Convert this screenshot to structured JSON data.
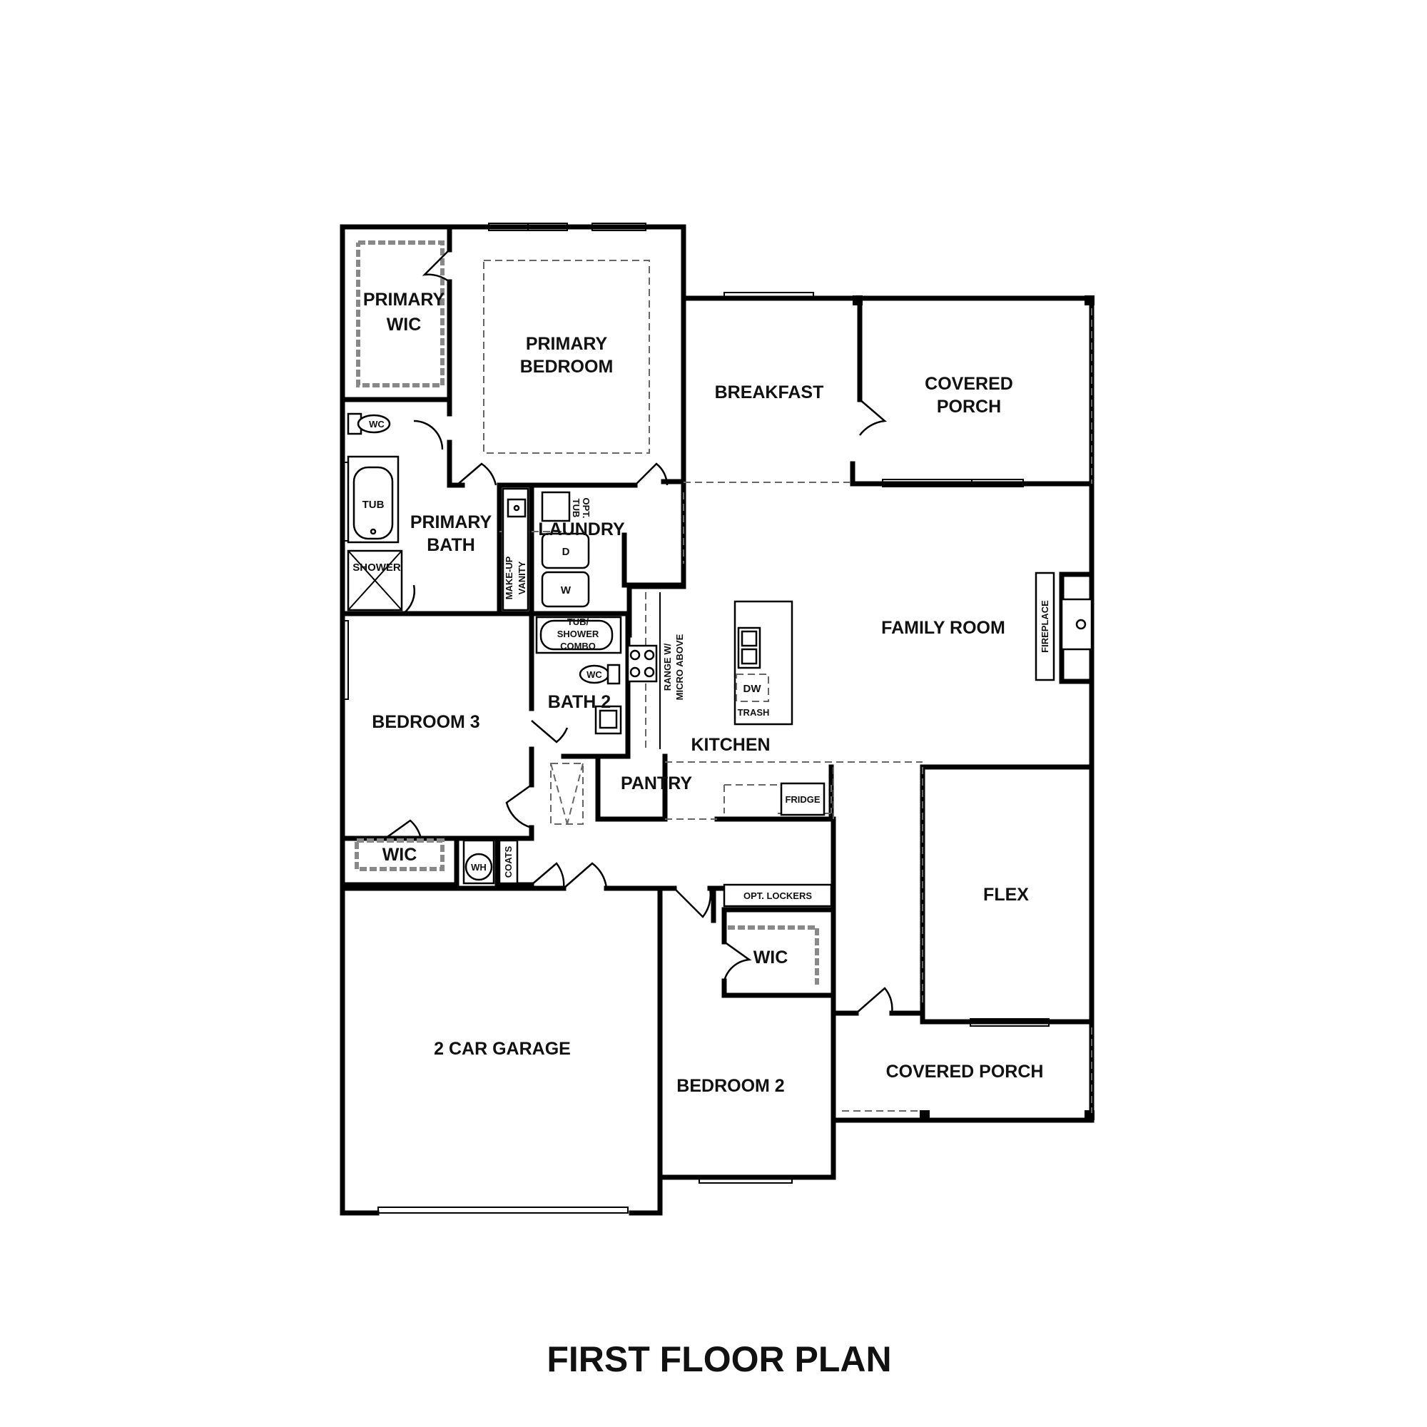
{
  "title": "FIRST FLOOR PLAN",
  "rooms": {
    "primary_wic": [
      "PRIMARY",
      "WIC"
    ],
    "primary_bedroom": [
      "PRIMARY",
      "BEDROOM"
    ],
    "breakfast": "BREAKFAST",
    "covered_porch_rear": [
      "COVERED",
      "PORCH"
    ],
    "primary_bath": [
      "PRIMARY",
      "BATH"
    ],
    "laundry": "LAUNDRY",
    "family_room": "FAMILY ROOM",
    "bedroom_3": "BEDROOM 3",
    "bath_2": "BATH 2",
    "kitchen": "KITCHEN",
    "pantry": "PANTRY",
    "wic_bed3": "WIC",
    "flex": "FLEX",
    "wic_bed2": "WIC",
    "garage": "2 CAR GARAGE",
    "bedroom_2": "BEDROOM 2",
    "covered_porch_front": "COVERED PORCH"
  },
  "fixtures": {
    "wc_primary": "WC",
    "tub": "TUB",
    "shower": "SHOWER",
    "makeup_vanity": [
      "MAKE-UP",
      "VANITY"
    ],
    "opt_tub": [
      "OPT.",
      "TUB"
    ],
    "dryer": "D",
    "washer": "W",
    "tub_shower_combo": [
      "TUB/",
      "SHOWER",
      "COMBO"
    ],
    "wc_bath2": "WC",
    "range": [
      "RANGE W/",
      "MICRO ABOVE"
    ],
    "dw": "DW",
    "trash": "TRASH",
    "fireplace": "FIREPLACE",
    "fridge": "FRIDGE",
    "wh": "WH",
    "coats": "COATS",
    "opt_lockers": "OPT. LOCKERS"
  }
}
